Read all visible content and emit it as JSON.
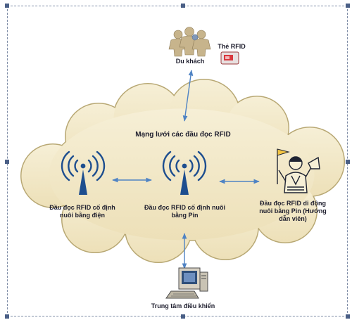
{
  "diagram": {
    "network_title": "Mạng lưới các đầu đọc RFID",
    "tourist_label": "Du khách",
    "rfid_card_label": "Thẻ RFID",
    "fixed_reader_power_label": "Đầu đọc RFID cố định nuôi bằng điện",
    "fixed_reader_battery_label": "Đầu đọc RFID cố định nuôi bằng Pin",
    "mobile_reader_label": "Đầu đọc RFID di động nuôi bằng Pin (Hướng dẫn viên)",
    "control_center_label": "Trung tâm điều khiển"
  },
  "colors": {
    "cloud_fill": "#f1e7c7",
    "cloud_stroke": "#b8a874",
    "tower": "#1d4e8f",
    "arrow": "#4f83c4",
    "people": "#c7b48c",
    "card": "#d9383e"
  }
}
